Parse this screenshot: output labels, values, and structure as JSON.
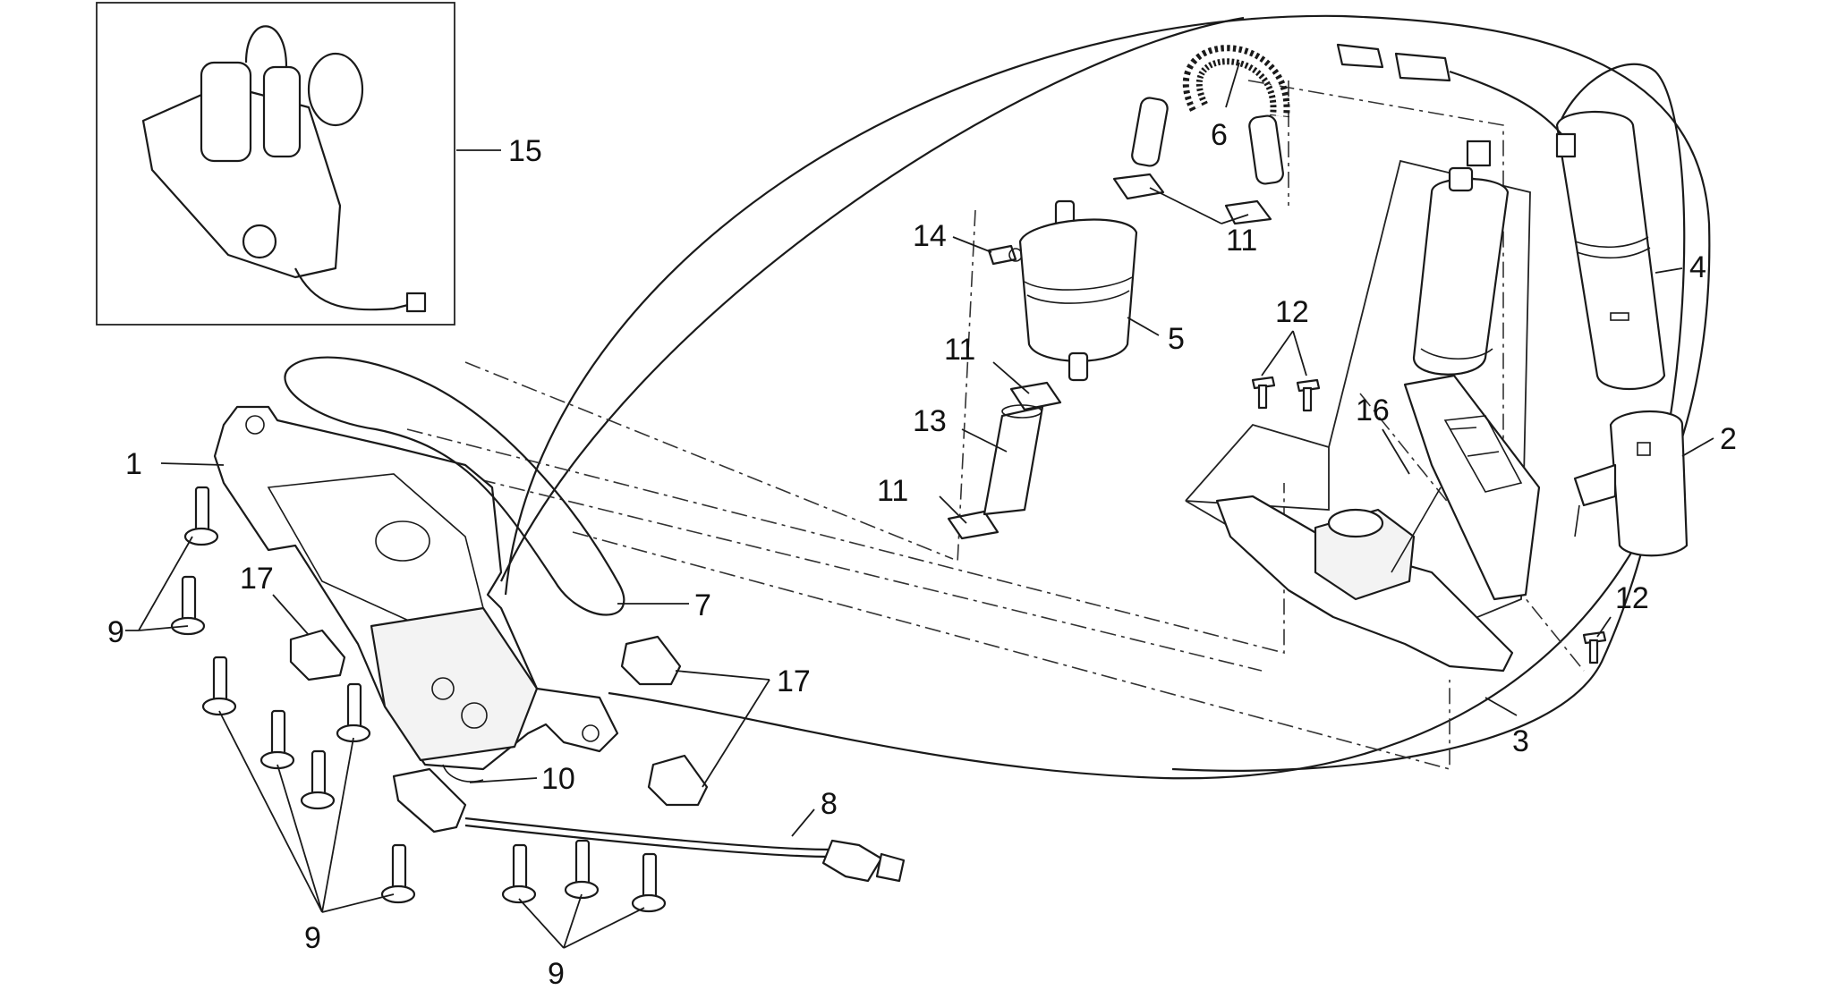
{
  "callouts": {
    "c1": "1",
    "c2": "2",
    "c3": "3",
    "c4": "4",
    "c5": "5",
    "c6": "6",
    "c7": "7",
    "c8": "8",
    "c9a": "9",
    "c9b": "9",
    "c9c": "9",
    "c10": "10",
    "c11a": "11",
    "c11b": "11",
    "c11c": "11",
    "c12a": "12",
    "c12b": "12",
    "c13": "13",
    "c14": "14",
    "c15": "15",
    "c16": "16",
    "c17a": "17",
    "c17b": "17"
  }
}
